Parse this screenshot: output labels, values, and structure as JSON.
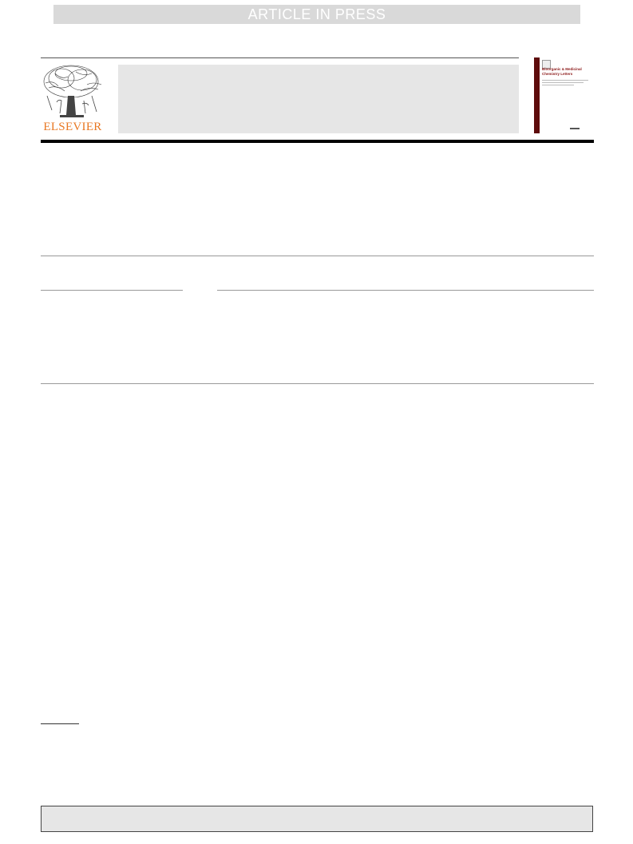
{
  "banner": {
    "text": "ARTICLE IN PRESS"
  },
  "publisher": {
    "name": "ELSEVIER",
    "name_color": "#e87722"
  },
  "journal_cover": {
    "title": "Bioorganic & Medicinal Chemistry Letters",
    "cover_color": "#8a1616"
  }
}
